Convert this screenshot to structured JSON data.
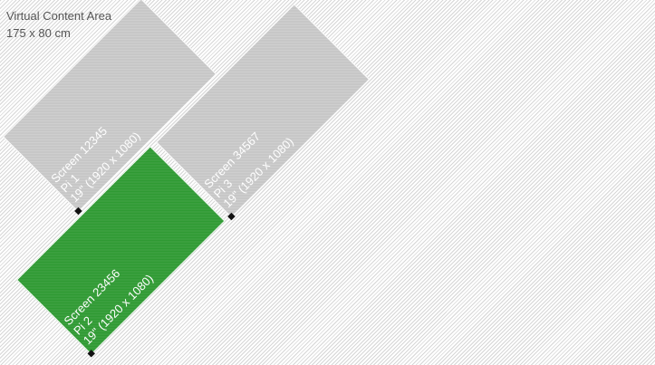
{
  "content_area": {
    "title": "Virtual Content Area",
    "dimensions": "175 x 80 cm"
  },
  "colors": {
    "active_screen": "#2f9a33",
    "inactive_screen": "#c7c7c7",
    "text": "#555555"
  },
  "screens": [
    {
      "id": "Screen 12345",
      "pi": "Pi 1",
      "spec": "19\" (1920 x 1080)",
      "active": false
    },
    {
      "id": "Screen 23456",
      "pi": "Pi 2",
      "spec": "19\" (1920 x 1080)",
      "active": true
    },
    {
      "id": "Screen 34567",
      "pi": "Pi 3",
      "spec": "19\" (1920 x 1080)",
      "active": false
    }
  ]
}
